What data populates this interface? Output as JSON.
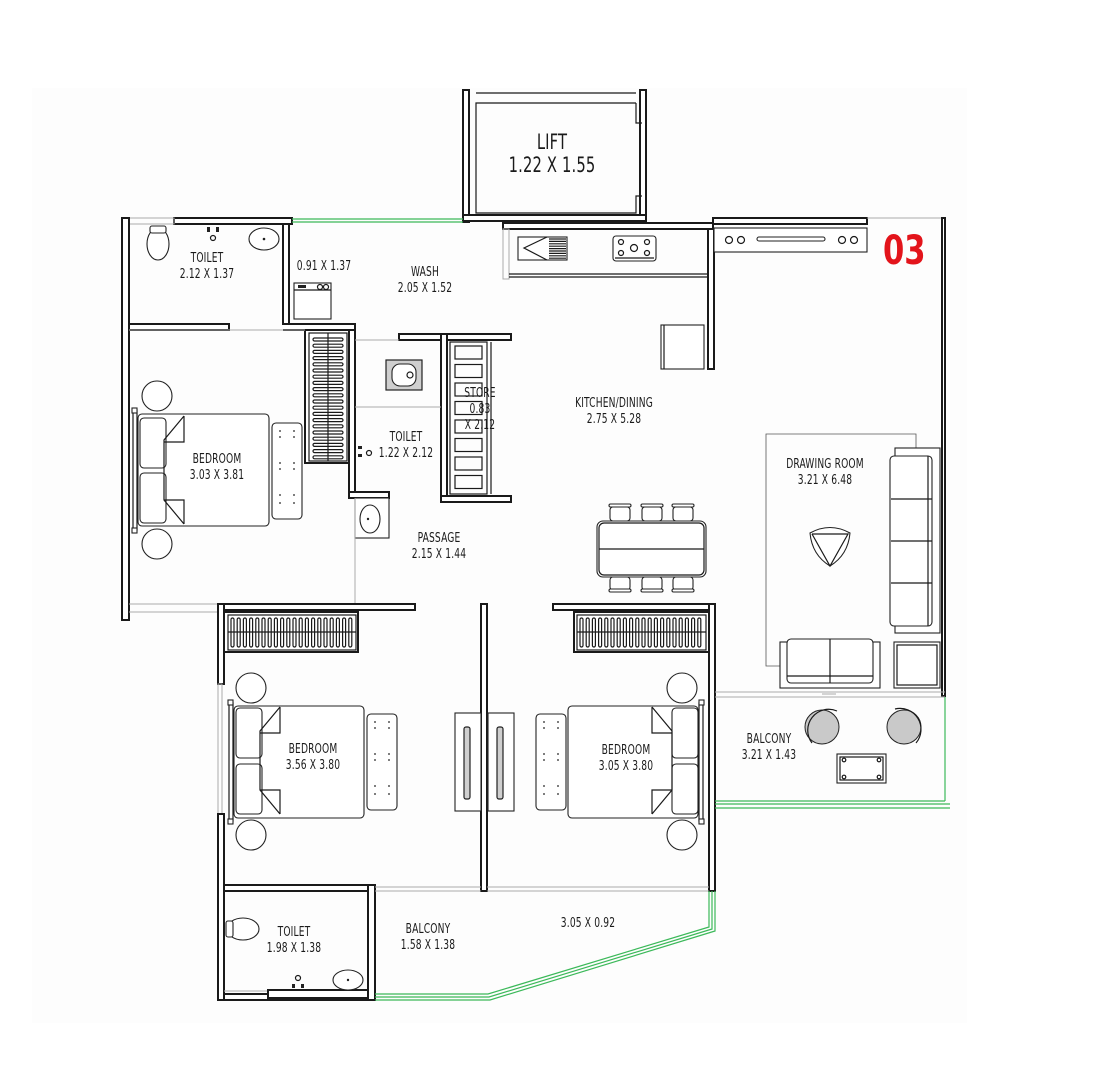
{
  "plan": {
    "unit_number": "03",
    "unit_number_color": "#e3141b",
    "glazing_color": "#3cb95a",
    "rooms": {
      "lift": {
        "name": "LIFT",
        "dim": "1.22 X 1.55"
      },
      "toilet_top_left": {
        "name": "TOILET",
        "dim": "2.12 X 1.37"
      },
      "utility": {
        "name": "",
        "dim": "0.91 X 1.37"
      },
      "wash": {
        "name": "WASH",
        "dim": "2.05 X 1.52"
      },
      "store": {
        "name": "STORE",
        "dim1": "0.83",
        "dim2": "X 2.12"
      },
      "toilet_center": {
        "name": "TOILET",
        "dim": "1.22 X 2.12"
      },
      "kitchen_dining": {
        "name": "KITCHEN/DINING",
        "dim": "2.75 X 5.28"
      },
      "drawing_room": {
        "name": "DRAWING ROOM",
        "dim": "3.21 X 6.48"
      },
      "bedroom_left": {
        "name": "BEDROOM",
        "dim": "3.03 X 3.81"
      },
      "passage": {
        "name": "PASSAGE",
        "dim": "2.15 X 1.44"
      },
      "bedroom_bottom_left": {
        "name": "BEDROOM",
        "dim": "3.56 X 3.80"
      },
      "bedroom_bottom_right": {
        "name": "BEDROOM",
        "dim": "3.05 X 3.80"
      },
      "balcony_right": {
        "name": "BALCONY",
        "dim": "3.21 X 1.43"
      },
      "toilet_bottom": {
        "name": "TOILET",
        "dim": "1.98 X 1.38"
      },
      "balcony_bottom": {
        "name": "BALCONY",
        "dim": "1.58 X 1.38"
      },
      "balcony_bottom_ext": {
        "name": "",
        "dim": "3.05 X 0.92"
      }
    },
    "fixtures": [
      "wc-icon",
      "washbasin-icon",
      "shower-icon",
      "washing-machine-icon",
      "indian-wc-icon",
      "kitchen-sink-icon",
      "gas-hob-icon",
      "refrigerator-icon",
      "dining-table-icon",
      "sofa-icon",
      "coffee-table-icon",
      "double-bed-icon",
      "wardrobe-icon",
      "tv-unit-icon",
      "lounge-chair-icon",
      "side-table-icon"
    ]
  }
}
